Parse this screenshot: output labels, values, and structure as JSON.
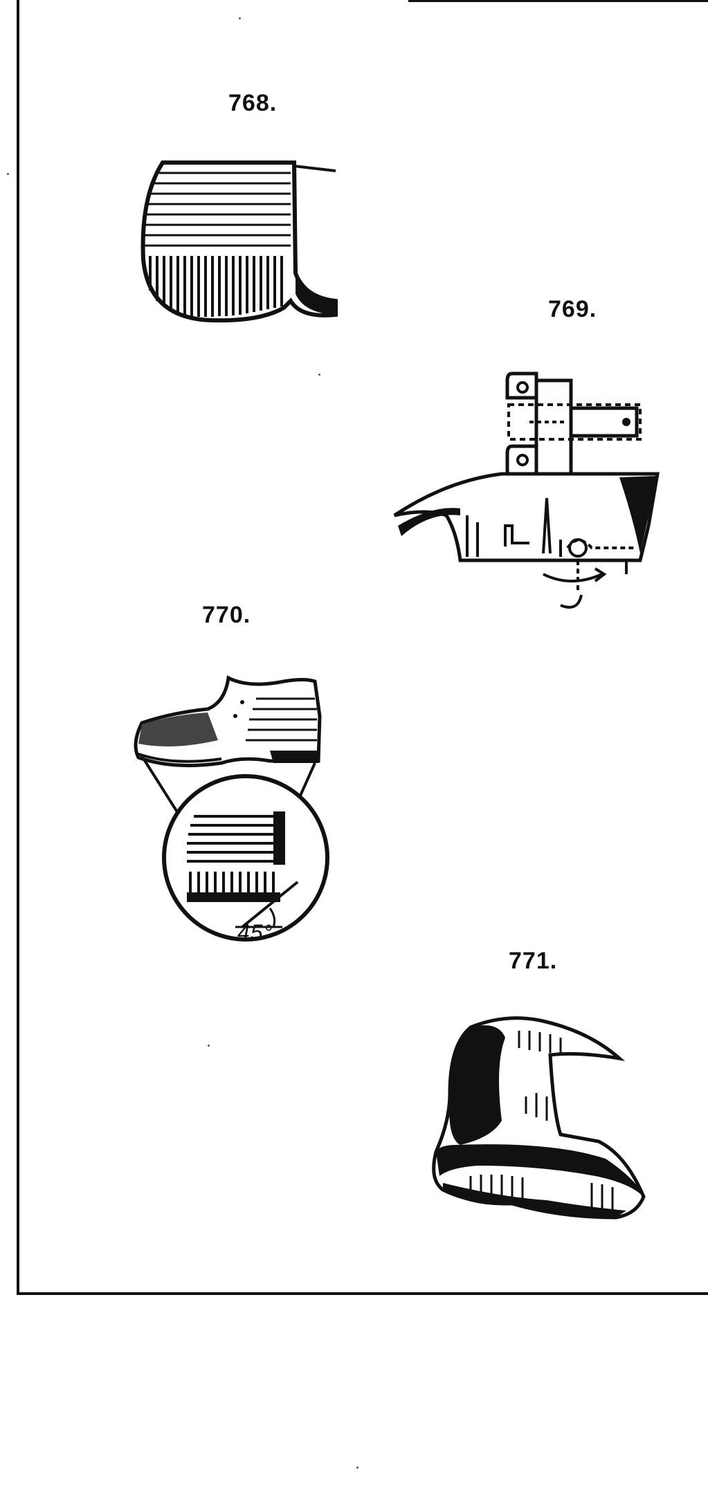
{
  "figures": [
    {
      "number": "768.",
      "icon": "cap-brush-icon"
    },
    {
      "number": "769.",
      "icon": "clasp-holder-icon"
    },
    {
      "number": "770.",
      "icon": "shoe-brush-icon",
      "angle_label": "45°"
    },
    {
      "number": "771.",
      "icon": "hat-icon"
    }
  ]
}
